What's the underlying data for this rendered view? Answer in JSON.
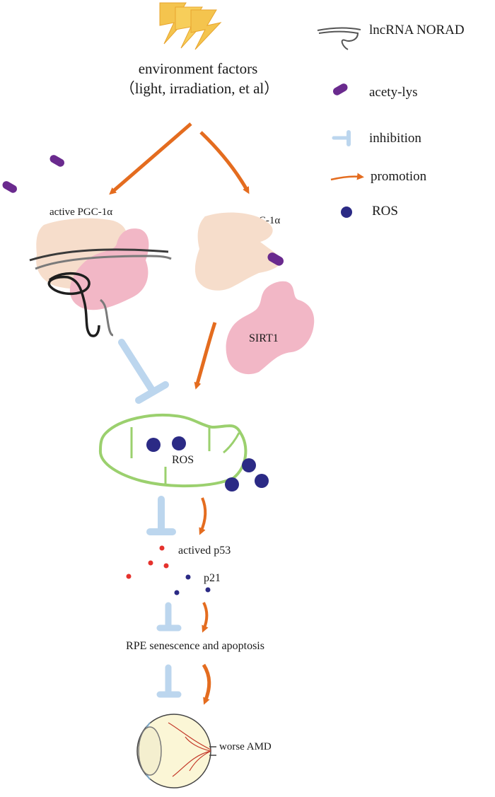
{
  "title": {
    "line1": "environment factors",
    "line2": "（light, irradiation, et al）"
  },
  "legend": {
    "lncrna": "lncRNA NORAD",
    "acety_lys": "acety-lys",
    "inhibition": "inhibition",
    "promotion": "promotion",
    "ros": "ROS"
  },
  "labels": {
    "active_pgc": "active PGC-1α",
    "inactive_pgc": "inactived PGC-1α",
    "sirt1": "SIRT1",
    "ros_center": "ROS",
    "p53": "actived p53",
    "p21": "p21",
    "rpe": "RPE senescence and apoptosis",
    "amd": "worse AMD"
  },
  "colors": {
    "promotion_arrow": "#E46C1F",
    "inhibition_bar": "#BCD6EE",
    "acetyl": "#6A2A8E",
    "ros_dot": "#2B2A85",
    "pgc_body": "#F6DDCB",
    "sirt1_body": "#F2B7C6",
    "mitochondrion": "#9BD06E",
    "p53_dot": "#E5322D",
    "p21_dot": "#2B2A85",
    "lightning": "#F4C44E"
  }
}
